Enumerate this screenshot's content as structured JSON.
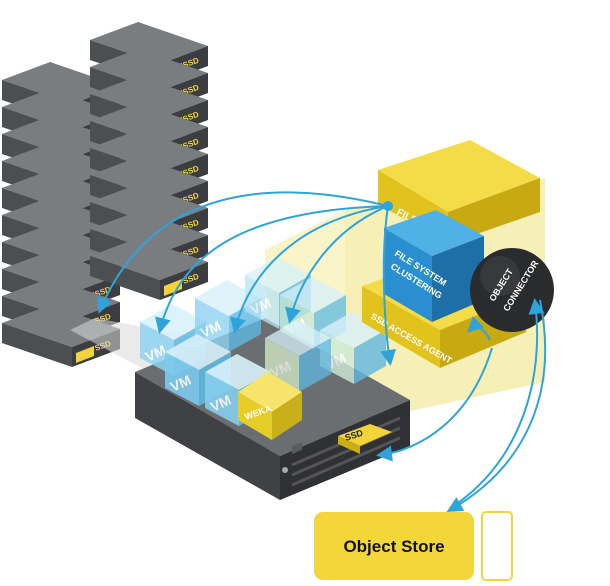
{
  "colors": {
    "yellow": "#f2d43a",
    "yellow_dark": "#b59a10",
    "blue": "#2a8fd0",
    "blue_light": "#7fd0f2",
    "gray": "#5b5e62",
    "gray_dark": "#37393c",
    "arrow": "#2fa3dc"
  },
  "racks": {
    "left": {
      "unit_count": 10,
      "ssd_label": "SSD"
    },
    "right": {
      "unit_count": 9,
      "ssd_label": "SSD"
    }
  },
  "server": {
    "vm_label": "VM",
    "weka_label": "WEKA",
    "ssd_label": "SSD"
  },
  "software_stack": {
    "file_services": "FILE SERVICES",
    "clustering_line1": "FILE SYSTEM",
    "clustering_line2": "CLUSTERING",
    "connector_line1": "OBJECT",
    "connector_line2": "CONNECTOR",
    "ssd_agent": "SSD ACCESS AGENT"
  },
  "object_store": {
    "label": "Object Store"
  }
}
